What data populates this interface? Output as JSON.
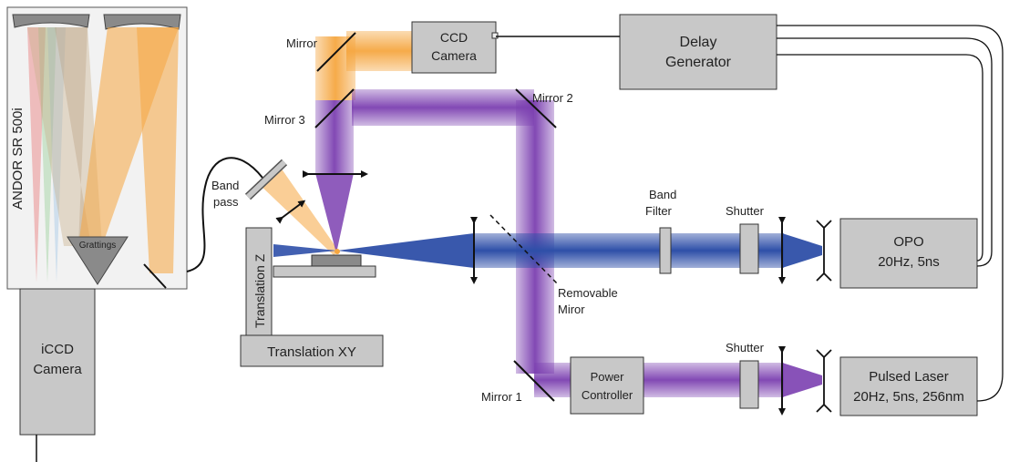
{
  "spectrometer": {
    "name_label": "ANDOR SR 500i",
    "grating_label": "Grattings"
  },
  "iccd": {
    "line1": "iCCD",
    "line2": "Camera"
  },
  "ccd": {
    "line1": "CCD",
    "line2": "Camera"
  },
  "delay": {
    "line1": "Delay",
    "line2": "Generator"
  },
  "opo": {
    "line1": "OPO",
    "line2": "20Hz, 5ns"
  },
  "laser": {
    "line1": "Pulsed Laser",
    "line2": "20Hz, 5ns, 256nm"
  },
  "power": {
    "line1": "Power",
    "line2": "Controller"
  },
  "stage": {
    "z_label": "Translation Z",
    "xy_label": "Translation XY"
  },
  "labels": {
    "mirror": "Mirror",
    "mirror1": "Mirror 1",
    "mirror2": "Mirror 2",
    "mirror3": "Mirror 3",
    "bandpass1": "Band",
    "bandpass2": "pass",
    "bandfilter1": "Band",
    "bandfilter2": "Filter",
    "shutter_top": "Shutter",
    "shutter_bottom": "Shutter",
    "removable1": "Removable",
    "removable2": "Miror"
  },
  "colors": {
    "uv_beam": "#7b3fb0",
    "blue_beam": "#2e4fa8",
    "orange_beam": "#f5a640",
    "box_fill": "#c8c8c8"
  }
}
